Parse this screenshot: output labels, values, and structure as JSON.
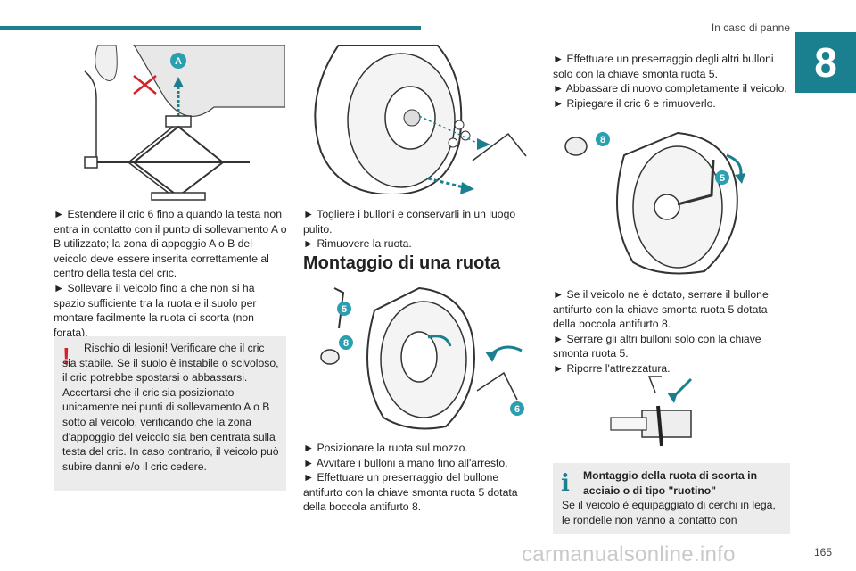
{
  "header": {
    "title": "In caso di panne",
    "chapter": "8"
  },
  "col1": {
    "paragraphs": [
      "► Estendere il cric 6 fino a quando la testa non entra in contatto con il punto di sollevamento A o B utilizzato; la zona di appoggio A o B del veicolo deve essere inserita correttamente al centro della testa del cric.",
      "► Sollevare il veicolo fino a che non si ha spazio sufficiente tra la ruota e il suolo per montare facilmente la ruota di scorta (non forata)."
    ],
    "warning": {
      "mark": "!",
      "text": "Rischio di lesioni! Verificare che il cric sia stabile. Se il suolo è instabile o scivoloso, il cric potrebbe spostarsi o abbassarsi. Accertarsi che il cric sia posizionato unicamente nei punti di sollevamento A o B sotto al veicolo, verificando che la zona d'appoggio del veicolo sia ben centrata sulla testa del cric. In caso contrario, il veicolo può subire danni e/o il cric cedere."
    },
    "figure_labels": [
      "A"
    ]
  },
  "col2": {
    "paragraphs_top": [
      "► Togliere i bulloni e conservarli in un luogo pulito.",
      "► Rimuovere la ruota."
    ],
    "heading": "Montaggio di una ruota",
    "paragraphs_bottom": [
      "► Posizionare la ruota sul mozzo.",
      "► Avvitare i bulloni a mano fino all'arresto.",
      "► Effettuare un preserraggio del bullone antifurto con la chiave smonta ruota 5 dotata della boccola antifurto 8."
    ],
    "figure_labels": [
      "5",
      "8",
      "6"
    ]
  },
  "col3": {
    "paragraphs_top": [
      "► Effettuare un preserraggio degli altri bulloni solo con la chiave smonta ruota 5.",
      "► Abbassare di nuovo completamente il veicolo.",
      "► Ripiegare il cric 6 e rimuoverlo."
    ],
    "paragraphs_mid": [
      "► Se il veicolo ne è dotato, serrare il bullone antifurto con la chiave smonta ruota 5 dotata della boccola antifurto 8.",
      "► Serrare gli altri bulloni solo con la chiave smonta ruota 5.",
      "► Riporre l'attrezzatura."
    ],
    "info": {
      "mark": "i",
      "title": "Montaggio della ruota di scorta in acciaio o di tipo \"ruotino\"",
      "text": "Se il veicolo è equipaggiato di cerchi in lega, le rondelle non vanno a contatto con"
    },
    "figure_labels": [
      "8",
      "5"
    ]
  },
  "footer": {
    "page": "165",
    "watermark": "carmanualsonline.info"
  },
  "colors": {
    "accent": "#1a7f8e",
    "label_circle": "#2a9fb0",
    "warning": "#d6202a"
  }
}
